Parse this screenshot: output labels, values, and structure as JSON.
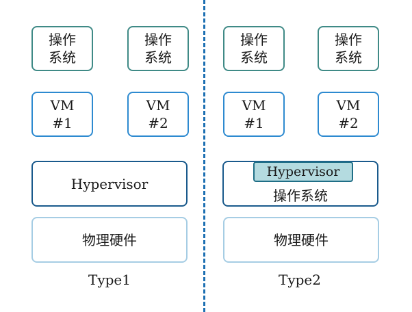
{
  "type1": {
    "os1": [
      "操作",
      "系统"
    ],
    "os2": [
      "操作",
      "系统"
    ],
    "vm1": [
      "VM",
      "#1"
    ],
    "vm2": [
      "VM",
      "#2"
    ],
    "hypervisor": "Hypervisor",
    "hardware": "物理硬件",
    "caption": "Type1"
  },
  "type2": {
    "os1": [
      "操作",
      "系统"
    ],
    "os2": [
      "操作",
      "系统"
    ],
    "vm1": [
      "VM",
      "#1"
    ],
    "vm2": [
      "VM",
      "#2"
    ],
    "hypervisor": "Hypervisor",
    "host_os": "操作系统",
    "hardware": "物理硬件",
    "caption": "Type2"
  }
}
